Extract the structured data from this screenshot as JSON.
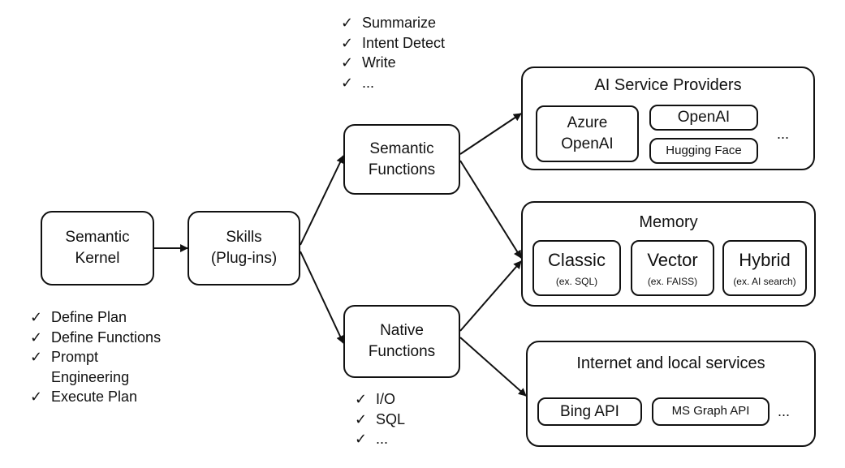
{
  "nodes": {
    "semantic_kernel": "Semantic\nKernel",
    "skills": "Skills\n(Plug-ins)",
    "semantic_functions": "Semantic\nFunctions",
    "native_functions": "Native\nFunctions"
  },
  "ai_providers": {
    "title": "AI Service Providers",
    "azure": "Azure\nOpenAI",
    "openai": "OpenAI",
    "hugging_face": "Hugging Face",
    "more": "..."
  },
  "memory": {
    "title": "Memory",
    "items": [
      {
        "label": "Classic",
        "note": "(ex. SQL)"
      },
      {
        "label": "Vector",
        "note": "(ex. FAISS)"
      },
      {
        "label": "Hybrid",
        "note": "(ex. AI search)"
      }
    ]
  },
  "services": {
    "title": "Internet and local services",
    "bing": "Bing API",
    "graph": "MS Graph API",
    "more": "..."
  },
  "checklists": {
    "check_mark": "✓",
    "semantic": [
      "Summarize",
      "Intent Detect",
      "Write",
      "..."
    ],
    "kernel": [
      "Define Plan",
      "Define Functions",
      "Prompt\nEngineering",
      "Execute Plan"
    ],
    "native": [
      "I/O",
      "SQL",
      "..."
    ]
  }
}
